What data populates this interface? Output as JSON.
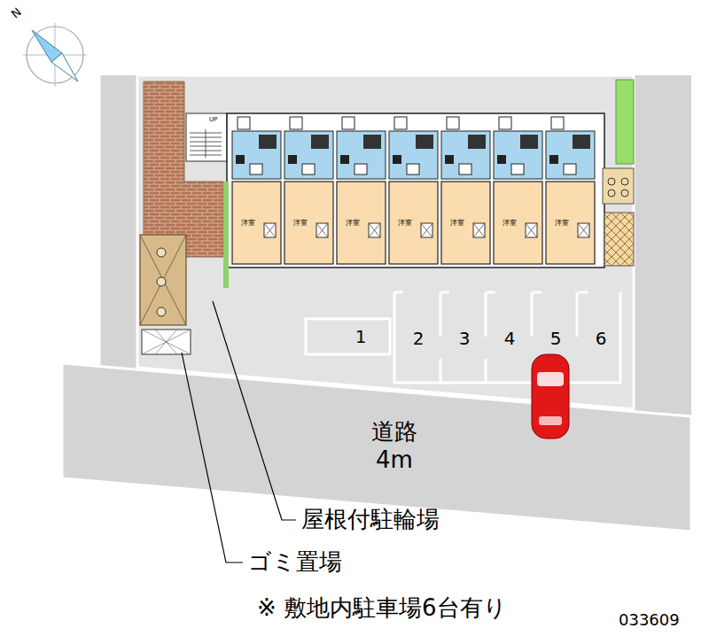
{
  "diagram": {
    "nodes": [
      {
        "text": [
          "洋室"
        ]
      },
      {
        "text": [
          "洋室"
        ]
      },
      {
        "text": [
          "洋室"
        ]
      },
      {
        "text": [
          "洋室"
        ]
      },
      {
        "text": [
          "洋室"
        ]
      },
      {
        "text": [
          "洋室"
        ]
      },
      {
        "text": [
          "洋室"
        ]
      },
      {
        "text": [
          "1"
        ]
      },
      {
        "text": [
          "2"
        ]
      },
      {
        "text": [
          "3"
        ]
      },
      {
        "text": [
          "4"
        ]
      },
      {
        "text": [
          "5"
        ]
      },
      {
        "text": [
          "6"
        ]
      },
      {
        "text": [
          "道路 4m"
        ]
      }
    ],
    "labels": [
      "N",
      "UP",
      "屋根付駐輪場",
      "ゴミ置場",
      "※ 敷地内駐車場6台有り",
      "033609"
    ]
  }
}
